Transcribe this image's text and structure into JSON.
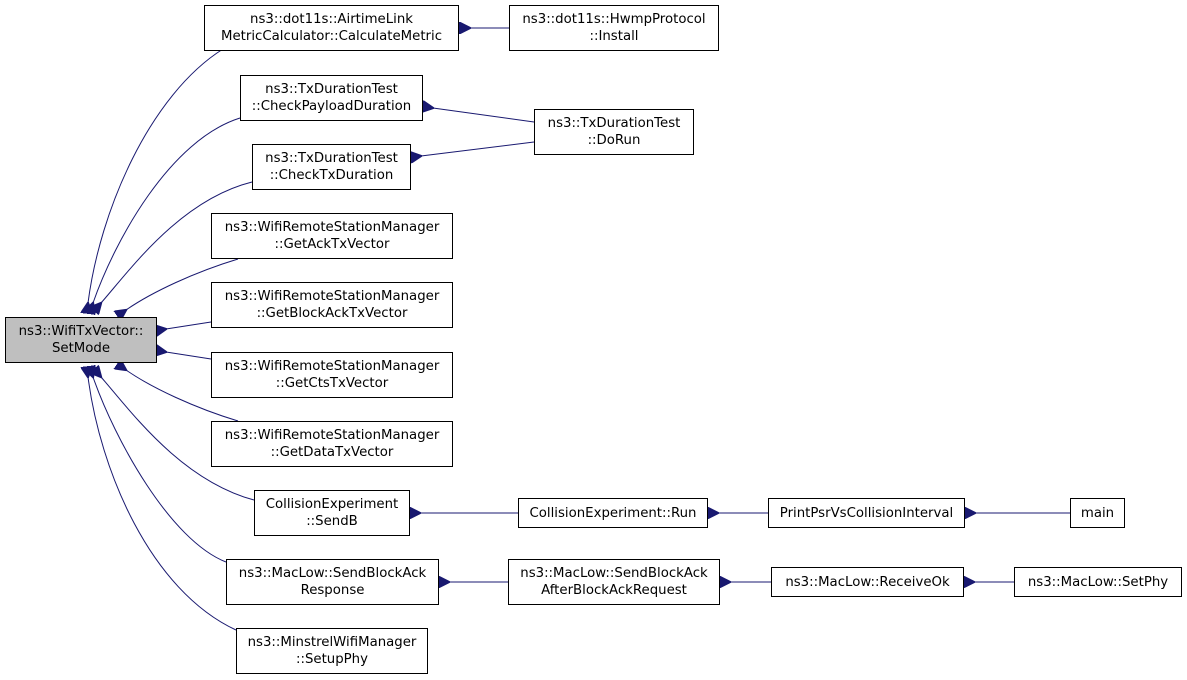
{
  "colors": {
    "edge": "#191970",
    "node_border": "#000000",
    "focus_fill": "#bfbfbf",
    "node_fill": "#ffffff"
  },
  "nodes": {
    "setmode": {
      "lines": [
        "ns3::WifiTxVector::",
        "SetMode"
      ]
    },
    "calc_metric": {
      "lines": [
        "ns3::dot11s::AirtimeLink",
        "MetricCalculator::CalculateMetric"
      ]
    },
    "hwmp_install": {
      "lines": [
        "ns3::dot11s::HwmpProtocol",
        "::Install"
      ]
    },
    "check_payload": {
      "lines": [
        "ns3::TxDurationTest",
        "::CheckPayloadDuration"
      ]
    },
    "tx_dorun": {
      "lines": [
        "ns3::TxDurationTest",
        "::DoRun"
      ]
    },
    "check_txdur": {
      "lines": [
        "ns3::TxDurationTest",
        "::CheckTxDuration"
      ]
    },
    "get_ack": {
      "lines": [
        "ns3::WifiRemoteStationManager",
        "::GetAckTxVector"
      ]
    },
    "get_blockack": {
      "lines": [
        "ns3::WifiRemoteStationManager",
        "::GetBlockAckTxVector"
      ]
    },
    "get_cts": {
      "lines": [
        "ns3::WifiRemoteStationManager",
        "::GetCtsTxVector"
      ]
    },
    "get_data": {
      "lines": [
        "ns3::WifiRemoteStationManager",
        "::GetDataTxVector"
      ]
    },
    "sendb": {
      "lines": [
        "CollisionExperiment",
        "::SendB"
      ]
    },
    "coll_run": {
      "lines": [
        "CollisionExperiment::Run"
      ]
    },
    "print_psr": {
      "lines": [
        "PrintPsrVsCollisionInterval"
      ]
    },
    "main": {
      "lines": [
        "main"
      ]
    },
    "send_blockack_resp": {
      "lines": [
        "ns3::MacLow::SendBlockAck",
        "Response"
      ]
    },
    "send_blockack_after": {
      "lines": [
        "ns3::MacLow::SendBlockAck",
        "AfterBlockAckRequest"
      ]
    },
    "receive_ok": {
      "lines": [
        "ns3::MacLow::ReceiveOk"
      ]
    },
    "set_phy": {
      "lines": [
        "ns3::MacLow::SetPhy"
      ]
    },
    "minstrel_setup": {
      "lines": [
        "ns3::MinstrelWifiManager",
        "::SetupPhy"
      ]
    }
  }
}
